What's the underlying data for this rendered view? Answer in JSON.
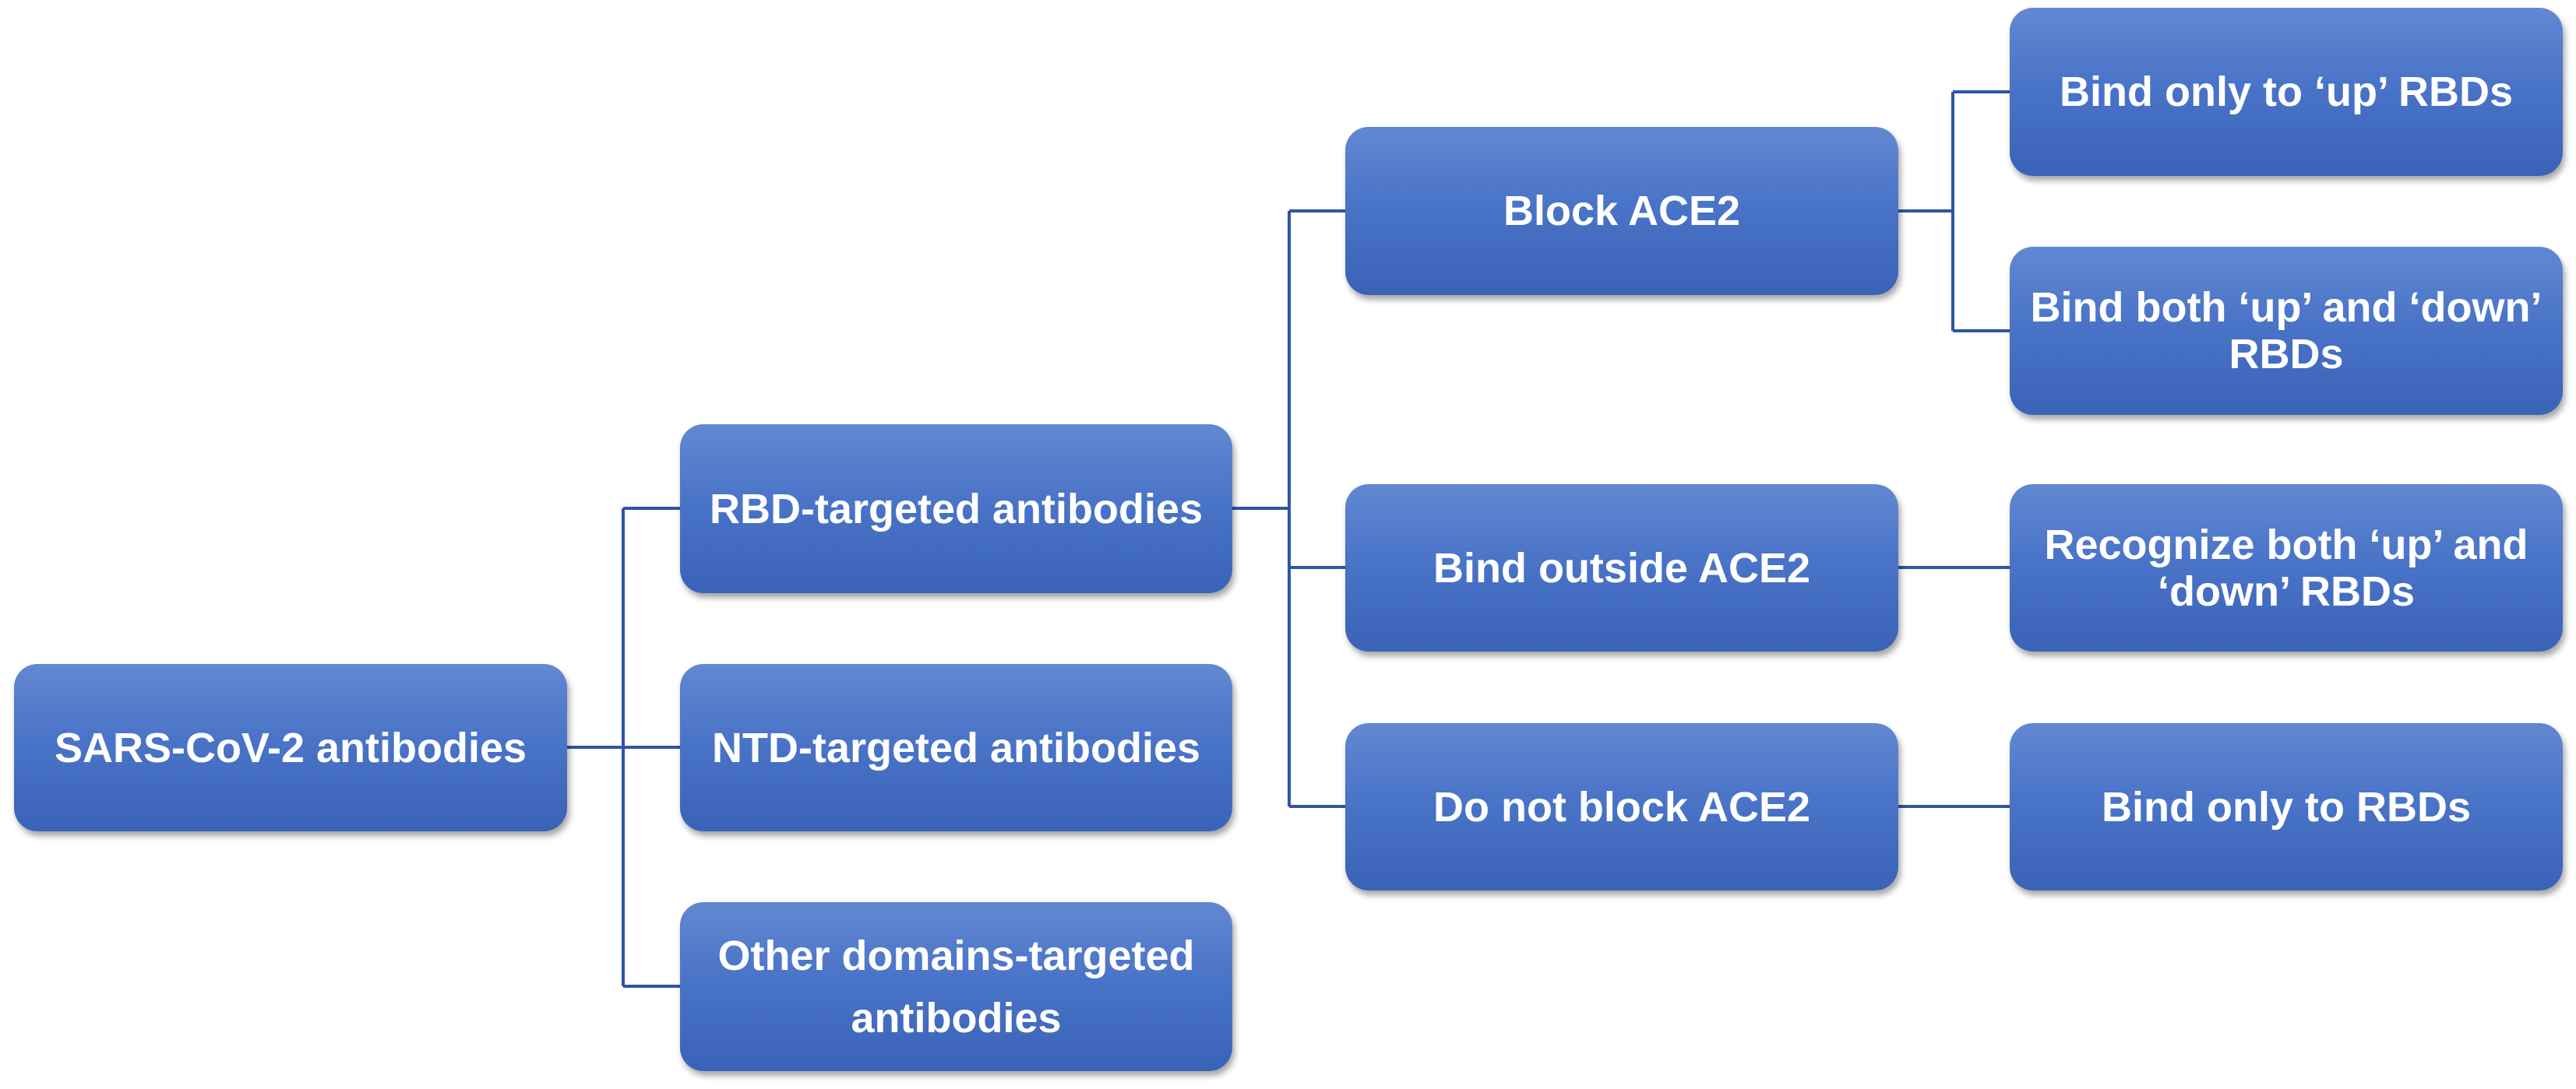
{
  "diagram": {
    "root": {
      "label": "SARS-CoV-2 antibodies"
    },
    "level1": {
      "rbd": {
        "label": "RBD-targeted antibodies"
      },
      "ntd": {
        "label": "NTD-targeted antibodies"
      },
      "other": {
        "line1": "Other domains-targeted",
        "line2": "antibodies"
      }
    },
    "level2": {
      "block": {
        "label": "Block ACE2"
      },
      "outside": {
        "label": "Bind outside ACE2"
      },
      "noblock": {
        "label": "Do not block ACE2"
      }
    },
    "level3": {
      "up_only": {
        "label": "Bind only to ‘up’ RBDs"
      },
      "both": {
        "line1": "Bind both ‘up’ and ‘down’",
        "line2": "RBDs"
      },
      "recognize": {
        "line1": "Recognize both ‘up’ and",
        "line2": "‘down’ RBDs"
      },
      "rbds_only": {
        "label": "Bind only to RBDs"
      }
    },
    "colors": {
      "box_top": "#6288d2",
      "box_bottom": "#3a63b7",
      "connector": "#2f55a4",
      "text": "#ffffff"
    }
  }
}
